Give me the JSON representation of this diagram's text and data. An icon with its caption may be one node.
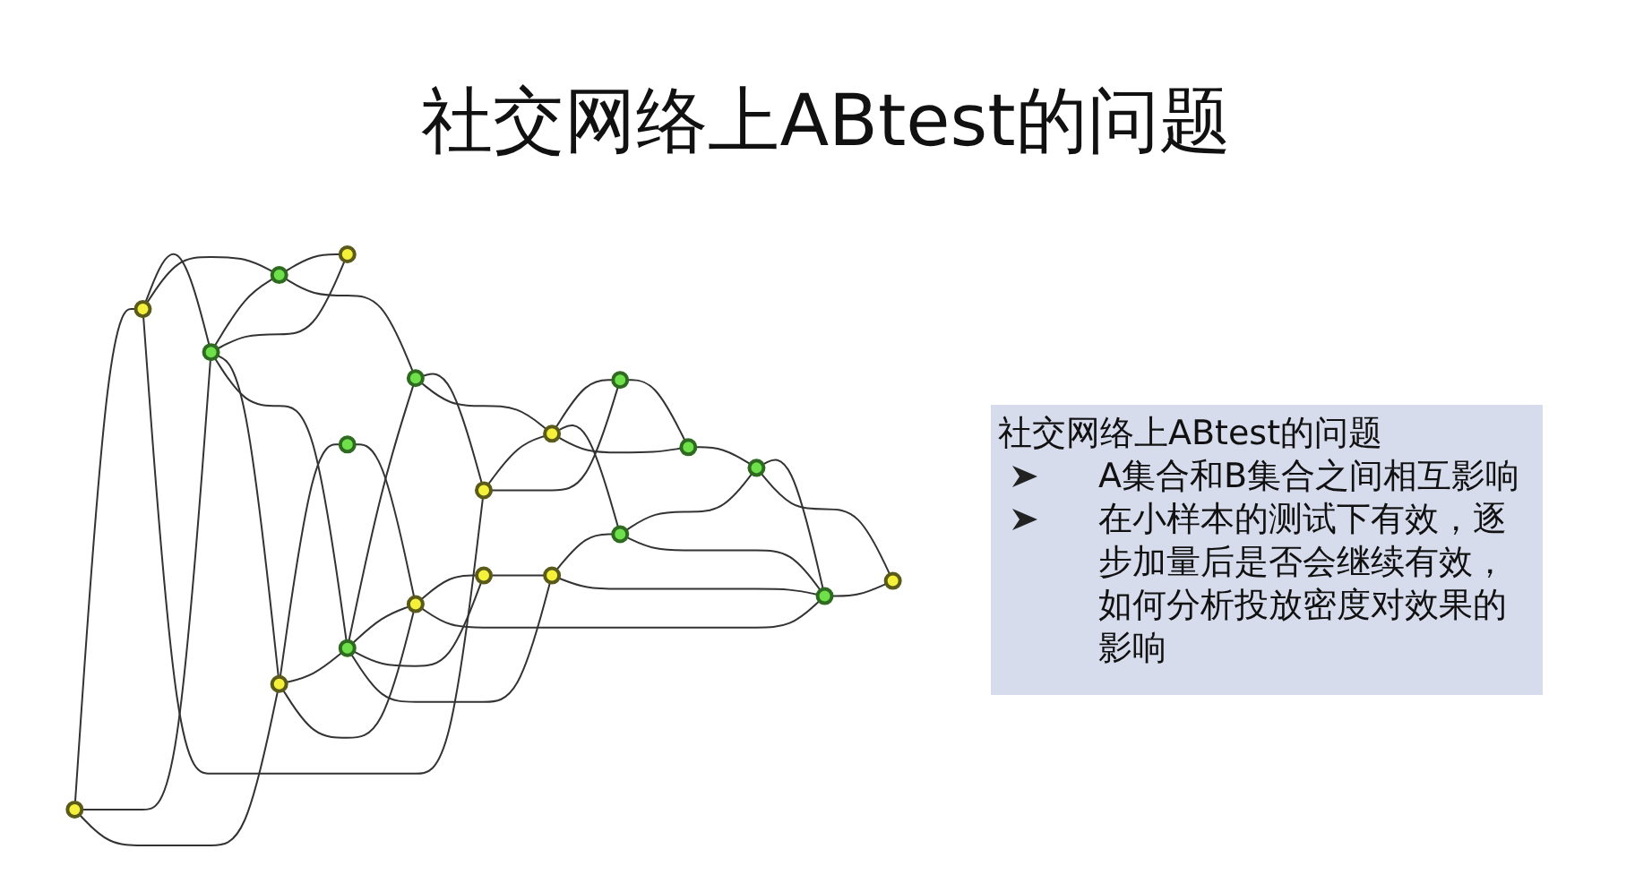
{
  "diagram": {
    "title": "社交网络上ABtest的问题",
    "nodes": [
      {
        "text": [],
        "shape": "circle"
      },
      {
        "text": [],
        "shape": "circle"
      },
      {
        "text": [],
        "shape": "circle"
      },
      {
        "text": [],
        "shape": "circle"
      },
      {
        "text": [],
        "shape": "circle"
      },
      {
        "text": [],
        "shape": "circle"
      },
      {
        "text": [],
        "shape": "circle"
      },
      {
        "text": [],
        "shape": "circle"
      },
      {
        "text": [],
        "shape": "circle"
      },
      {
        "text": [],
        "shape": "circle"
      },
      {
        "text": [],
        "shape": "circle"
      },
      {
        "text": [],
        "shape": "circle"
      },
      {
        "text": [],
        "shape": "circle"
      },
      {
        "text": [],
        "shape": "circle"
      },
      {
        "text": [],
        "shape": "circle"
      },
      {
        "text": [],
        "shape": "circle"
      },
      {
        "text": [],
        "shape": "circle"
      },
      {
        "text": [],
        "shape": "circle"
      },
      {
        "text": [],
        "shape": "circle"
      },
      {
        "text": [],
        "shape": "circle"
      },
      {
        "text": [
          "社交网络上ABtest的问题",
          "A集合和B集合之间相互影响",
          "在小样本的测试下有效，逐步加量后是否会继续有效，如何分析投放密度对效果的影响"
        ]
      }
    ],
    "edges": [
      {
        "from": 0,
        "to": 1,
        "arrow": "none"
      },
      {
        "from": 0,
        "to": 2,
        "arrow": "none"
      },
      {
        "from": 0,
        "to": 5,
        "arrow": "none"
      },
      {
        "from": 1,
        "to": 2,
        "arrow": "none"
      },
      {
        "from": 1,
        "to": 3,
        "arrow": "none"
      },
      {
        "from": 1,
        "to": 9,
        "arrow": "none"
      },
      {
        "from": 2,
        "to": 3,
        "arrow": "none"
      },
      {
        "from": 2,
        "to": 4,
        "arrow": "none"
      },
      {
        "from": 2,
        "to": 5,
        "arrow": "none"
      },
      {
        "from": 2,
        "to": 7,
        "arrow": "none"
      },
      {
        "from": 3,
        "to": 4,
        "arrow": "none"
      },
      {
        "from": 3,
        "to": 8,
        "arrow": "none"
      },
      {
        "from": 5,
        "to": 6,
        "arrow": "none"
      },
      {
        "from": 5,
        "to": 7,
        "arrow": "none"
      },
      {
        "from": 5,
        "to": 12,
        "arrow": "none"
      },
      {
        "from": 6,
        "to": 12,
        "arrow": "none"
      },
      {
        "from": 7,
        "to": 8,
        "arrow": "none"
      },
      {
        "from": 7,
        "to": 12,
        "arrow": "none"
      },
      {
        "from": 7,
        "to": 13,
        "arrow": "none"
      },
      {
        "from": 7,
        "to": 14,
        "arrow": "none"
      },
      {
        "from": 8,
        "to": 9,
        "arrow": "none"
      },
      {
        "from": 8,
        "to": 10,
        "arrow": "none"
      },
      {
        "from": 9,
        "to": 10,
        "arrow": "none"
      },
      {
        "from": 9,
        "to": 11,
        "arrow": "none"
      },
      {
        "from": 10,
        "to": 11,
        "arrow": "none"
      },
      {
        "from": 10,
        "to": 15,
        "arrow": "none"
      },
      {
        "from": 10,
        "to": 16,
        "arrow": "none"
      },
      {
        "from": 11,
        "to": 16,
        "arrow": "none"
      },
      {
        "from": 12,
        "to": 13,
        "arrow": "none"
      },
      {
        "from": 12,
        "to": 18,
        "arrow": "none"
      },
      {
        "from": 13,
        "to": 14,
        "arrow": "none"
      },
      {
        "from": 14,
        "to": 15,
        "arrow": "none"
      },
      {
        "from": 14,
        "to": 18,
        "arrow": "none"
      },
      {
        "from": 15,
        "to": 17,
        "arrow": "none"
      },
      {
        "from": 15,
        "to": 18,
        "arrow": "none"
      },
      {
        "from": 16,
        "to": 17,
        "arrow": "none"
      },
      {
        "from": 17,
        "to": 18,
        "arrow": "none"
      },
      {
        "from": 17,
        "to": 19,
        "arrow": "none"
      },
      {
        "from": 18,
        "to": 19,
        "arrow": "none"
      }
    ]
  }
}
